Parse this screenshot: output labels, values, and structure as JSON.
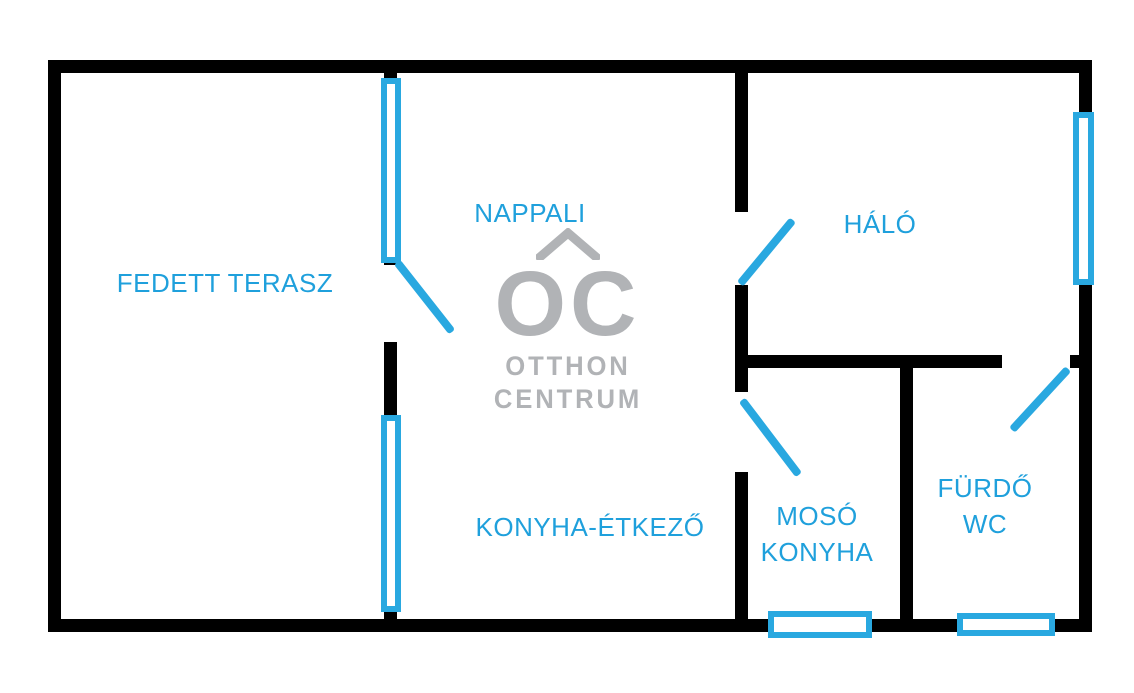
{
  "floorplan": {
    "rooms": {
      "fedett_terasz": {
        "label": "FEDETT TERASZ"
      },
      "nappali": {
        "label": "NAPPALI"
      },
      "konyha_etkezo": {
        "label": "KONYHA-ÉTKEZŐ"
      },
      "halo": {
        "label": "HÁLÓ"
      },
      "moso_konyha": {
        "label_line1": "MOSÓ",
        "label_line2": "KONYHA"
      },
      "furdo_wc": {
        "label_line1": "FÜRDŐ",
        "label_line2": "WC"
      }
    },
    "logo": {
      "initials": "OC",
      "name_line1": "OTTHON",
      "name_line2": "CENTRUM"
    },
    "colors": {
      "accent_blue": "#29A8E0",
      "wall_black": "#000000",
      "logo_gray": "#B1B3B6",
      "background": "#FFFFFF"
    }
  }
}
